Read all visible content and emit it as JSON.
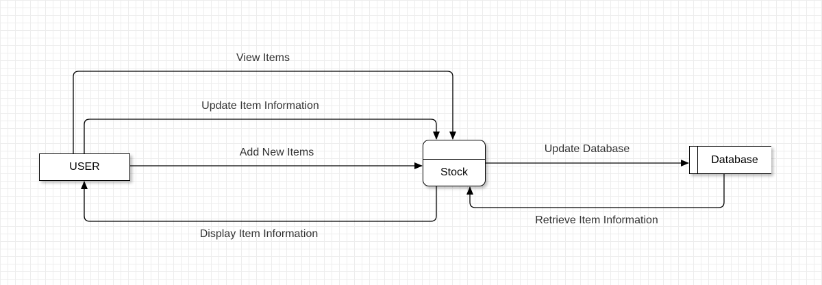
{
  "nodes": {
    "user": {
      "label": "USER"
    },
    "stock": {
      "label": "Stock"
    },
    "database": {
      "label": "Database"
    }
  },
  "edges": {
    "view_items": {
      "label": "View Items"
    },
    "update_item_information": {
      "label": "Update Item Information"
    },
    "add_new_items": {
      "label": "Add New Items"
    },
    "display_item_information": {
      "label": "Display Item Information"
    },
    "update_database": {
      "label": "Update Database"
    },
    "retrieve_item_information": {
      "label": "Retrieve Item Information"
    }
  },
  "colors": {
    "line": "#000000",
    "grid": "#ededed",
    "label_text": "#333333"
  }
}
